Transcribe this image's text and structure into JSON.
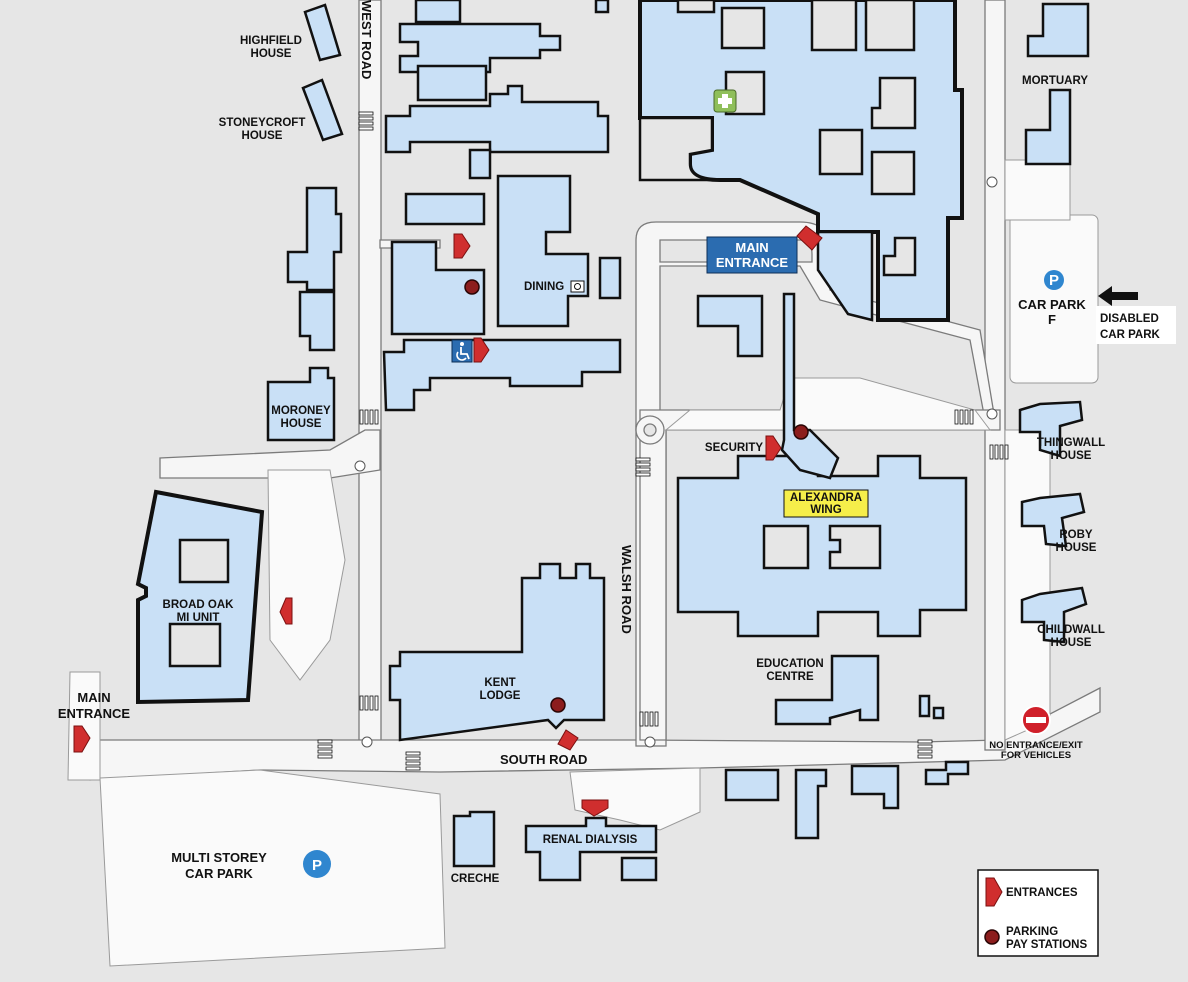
{
  "roads": {
    "west_road": "WEST ROAD",
    "walsh_road": "WALSH ROAD",
    "south_road": "SOUTH ROAD"
  },
  "buildings": {
    "highfield": [
      "HIGHFIELD",
      "HOUSE"
    ],
    "stoneycroft": [
      "STONEYCROFT",
      "HOUSE"
    ],
    "moroney": [
      "MORONEY",
      "HOUSE"
    ],
    "broad_oak": [
      "BROAD OAK",
      "MI UNIT"
    ],
    "kent_lodge": [
      "KENT",
      "LODGE"
    ],
    "dining": "DINING",
    "mortuary": "MORTUARY",
    "thingwall": [
      "THINGWALL",
      "HOUSE"
    ],
    "roby": [
      "ROBY",
      "HOUSE"
    ],
    "childwall": [
      "CHILDWALL",
      "HOUSE"
    ],
    "education": [
      "EDUCATION",
      "CENTRE"
    ],
    "security": "SECURITY",
    "alexandra": [
      "ALEXANDRA",
      "WING"
    ],
    "renal": "RENAL DIALYSIS",
    "creche": "CRECHE"
  },
  "main_entrance_sign": [
    "MAIN",
    "ENTRANCE"
  ],
  "main_entrance_left": [
    "MAIN",
    "ENTRANCE"
  ],
  "car_park_f": [
    "CAR PARK",
    "F"
  ],
  "disabled_car_park": [
    "DISABLED",
    "CAR PARK"
  ],
  "multi_storey": [
    "MULTI STOREY",
    "CAR PARK"
  ],
  "no_entrance": [
    "NO ENTRANCE/EXIT",
    "FOR VEHICLES"
  ],
  "parking_symbol": "P",
  "legend": {
    "entrances": "ENTRANCES",
    "pay_stations": [
      "PARKING",
      "PAY STATIONS"
    ]
  },
  "icons": {
    "entrance": "entrance-arrow-icon",
    "pay_station": "pay-station-icon",
    "parking": "parking-icon",
    "wheelchair": "wheelchair-icon",
    "first_aid": "first-aid-icon",
    "no_entry": "no-entry-icon",
    "dining": "dining-icon"
  },
  "colors": {
    "building_fill": "#c9e0f6",
    "entrance_red": "#d02e2e",
    "parking_blue": "#2f86cf",
    "main_entrance_sign": "#2b6cb0",
    "alexandra_label": "#f6ee4a",
    "no_entry_red": "#d0202a"
  }
}
